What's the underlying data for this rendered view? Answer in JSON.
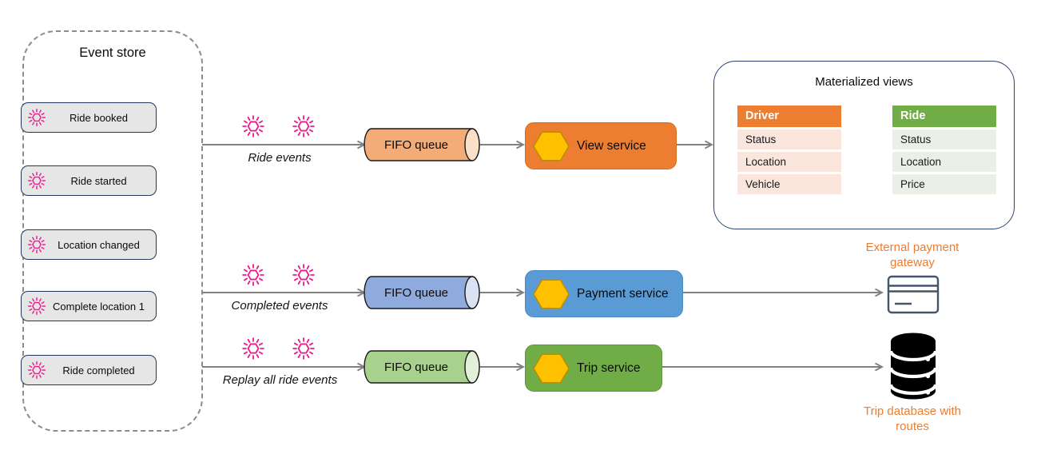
{
  "colors": {
    "accent_orange": "#ED7D31",
    "accent_blue": "#5B9BD5",
    "accent_green": "#70AD47",
    "hexagon_gold": "#FFC000",
    "event_pink": "#E91D8C",
    "arrow_gray": "#808080"
  },
  "event_store": {
    "title": "Event store",
    "events": [
      {
        "label": "Ride booked"
      },
      {
        "label": "Ride started"
      },
      {
        "label": "Location changed"
      },
      {
        "label": "Complete location 1"
      },
      {
        "label": "Ride completed"
      }
    ]
  },
  "flows": [
    {
      "label": "Ride events",
      "queue": "FIFO queue",
      "service": "View service"
    },
    {
      "label": "Completed events",
      "queue": "FIFO queue",
      "service": "Payment service",
      "target": "External payment gateway"
    },
    {
      "label": "Replay all ride events",
      "queue": "FIFO queue",
      "service": "Trip service",
      "target": "Trip database with routes"
    }
  ],
  "materialized_views": {
    "title": "Materialized views",
    "tables": [
      {
        "name": "Driver",
        "rows": [
          "Status",
          "Location",
          "Vehicle"
        ]
      },
      {
        "name": "Ride",
        "rows": [
          "Status",
          "Location",
          "Price"
        ]
      }
    ]
  }
}
